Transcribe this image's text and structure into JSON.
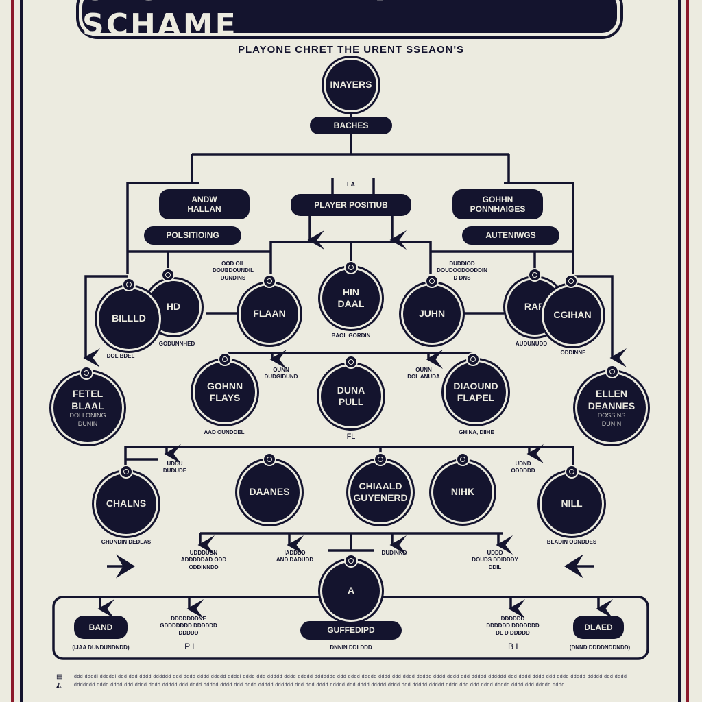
{
  "title": "ORGANMIIZAZATINAL SCHAME",
  "subtitle": "PLAYONE CHRET THE URENT SSEAON'S",
  "colors": {
    "background": "#ecebe0",
    "navy": "#14142e",
    "border_red": "#8b1a2b"
  },
  "pills": {
    "baches": "BACHES",
    "andw_hallan": "ANDW\nHALLAN",
    "player_positiub": "PLAYER POSITIUB",
    "gohhn": "GOHHN\nPONNHAIGES",
    "polsitioing": "POLSITIOING",
    "auteniwgs": "AUTENIWGS",
    "band": "BAND",
    "guffedipd": "GUFFEDIPD",
    "dlaed": "DLAED"
  },
  "nodes": {
    "players": "INAYERS",
    "billd": "BILLLD",
    "hd": "HD",
    "flaan": "FLAAN",
    "hin_daal": "HIN\nDAAL",
    "juhn": "JUHN",
    "rar": "RAR",
    "cghan": "CGIHAN",
    "fetel": "FETEL\nBLAAL",
    "fetel_sub": "DOLLONING",
    "fetel_sub2": "DUNIN",
    "gohnn": "GOHNN\nFLAYS",
    "duna": "DUNA\nPULL",
    "diaound": "DIAOUND\nFLAPEL",
    "ellen": "ELLEN\nDEANNES",
    "ellen_sub": "DOSSINS",
    "ellen_sub2": "DUNIN",
    "chalns": "CHALNS",
    "daanes": "DAANES",
    "chiaald": "CHIAALD\nGUYENERD",
    "nihk": "NIHK",
    "nill": "NILL",
    "a": "A"
  },
  "labels": {
    "la": "LA",
    "ood_oil": "OOD OIL\nDOUBDOUNDIL\nDUNDINS",
    "right_mid": "DUDDIOD\nDOUDOODOODDIN\nD DNS",
    "baol_gordin": "BAOL GORDIN",
    "gddunnhd": "GODUNNHED",
    "auudnud": "AUDUNUDD",
    "oddinne": "ODDINNE",
    "dol_bdel": "DOL BDEL",
    "dunn_dudgd": "OUNN\nDUDGIDUND",
    "dunn_dol": "OUNN\nDOL ANUDA",
    "aad_oundd": "AAD OUNDDEL",
    "fl": "FL",
    "ghina_diihe": "GHINA, DIIHE",
    "uddu_dudude": "UDDU\nDUDUDE",
    "udnd_odddd": "UDND\nODDDDD",
    "chalns_lbl": "GHUNDIN DEDLAS",
    "nill_lbl": "BLADIN ODNDDES",
    "bl1": "UDDDUDN\nADDDDDAD ODD\nODDINNDD",
    "bl2": "IADDDD\nAND DADUDD",
    "bl3": "DUDINND",
    "bl4": "UDDD\nDOUDS DDIDDDY\nDDIL",
    "band_lbl": "(IJAA DUNDUNDNDD)",
    "pl": "P L",
    "ddd_left": "DDDDDDDNE\nGDDDDDDD DDDDDD\nDDDDD",
    "guff_lbl": "DNNIN DDLDDD",
    "ddd_right": "DDDDDD\nDDDDDD DDDDDDD\nDL D DDDDD",
    "bl": "B L",
    "dlaed_lbl": "(DNND DDDDNDDNDD)"
  },
  "footer": {
    "icon": "document-icon",
    "text": "ddd ddddi dddddi ddd ddd dddd dddddd ddd dddd dddd ddddd ddddi dddd ddd ddddd dddd ddddd ddddddd ddd dddd ddddd dddd ddd dddd ddddd dddd dddd ddd ddddd dddddd ddd dddd dddd ddd dddd ddddd ddddd ddd dddd ddddddd dddd dddd ddd dddd dddd ddddd ddd dddd ddddd dddd ddd dddd ddddd dddddd ddd ddd dddd ddddd ddd dddd ddddd dddd ddd ddddd ddddd dddd ddd ddd dddd ddddd dddd ddd ddddd dddd"
  }
}
